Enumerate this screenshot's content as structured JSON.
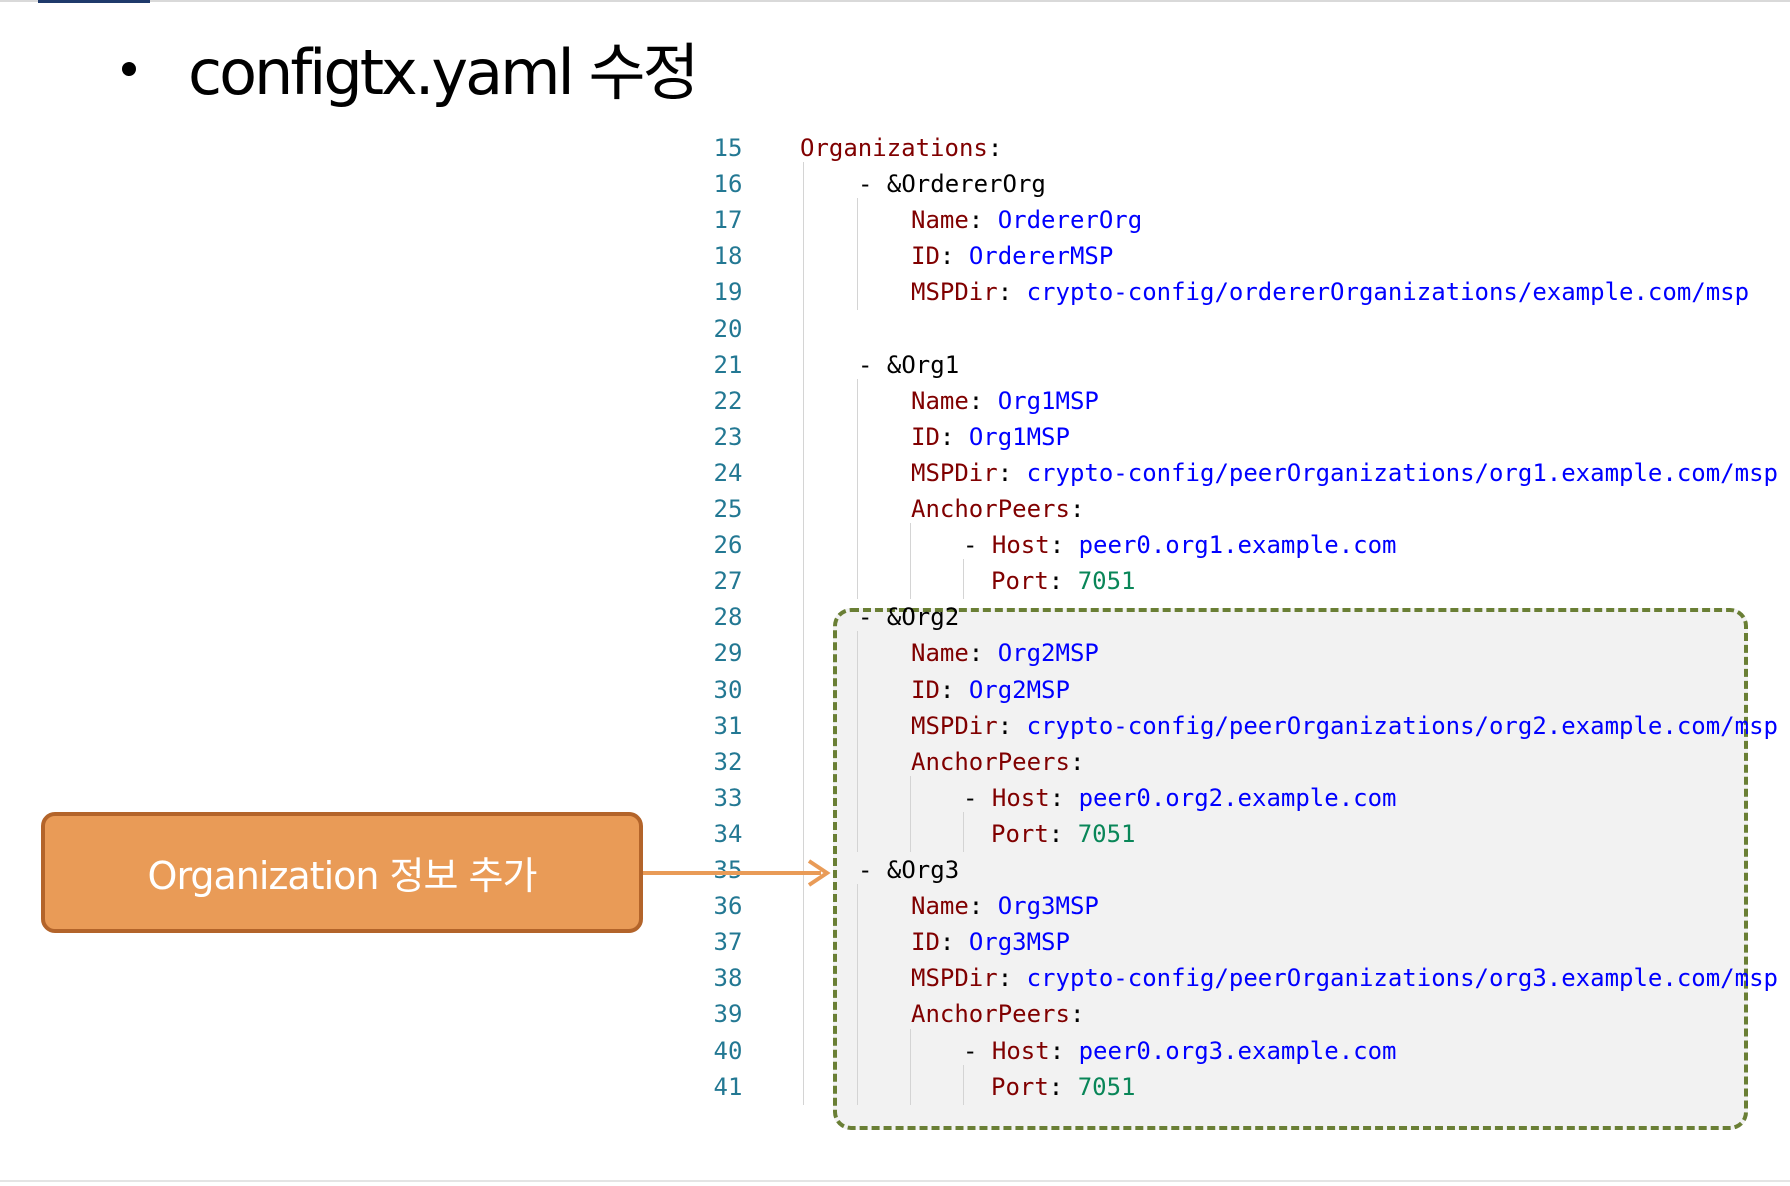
{
  "slide": {
    "title": "configtx.yaml 수정"
  },
  "callout": {
    "text": "Organization 정보 추가"
  },
  "colors": {
    "key": "#800000",
    "value": "#0000ff",
    "number": "#098658",
    "line_number": "#237893",
    "highlight_border": "#6a7f35",
    "callout_fill": "#e99b57",
    "callout_border": "#b3642a"
  },
  "code": {
    "lines": [
      {
        "n": "15",
        "indent": 0,
        "tokens": [
          {
            "t": "Organizations",
            "c": "key"
          },
          {
            "t": ":",
            "c": "punct"
          }
        ]
      },
      {
        "n": "16",
        "indent": 1,
        "tokens": [
          {
            "t": "- &OrdererOrg",
            "c": "anchor"
          }
        ]
      },
      {
        "n": "17",
        "indent": 2,
        "tokens": [
          {
            "t": "Name",
            "c": "key"
          },
          {
            "t": ": ",
            "c": "punct"
          },
          {
            "t": "OrdererOrg",
            "c": "val"
          }
        ]
      },
      {
        "n": "18",
        "indent": 2,
        "tokens": [
          {
            "t": "ID",
            "c": "key"
          },
          {
            "t": ": ",
            "c": "punct"
          },
          {
            "t": "OrdererMSP",
            "c": "val"
          }
        ]
      },
      {
        "n": "19",
        "indent": 2,
        "tokens": [
          {
            "t": "MSPDir",
            "c": "key"
          },
          {
            "t": ": ",
            "c": "punct"
          },
          {
            "t": "crypto-config/ordererOrganizations/example.com/msp",
            "c": "val"
          }
        ]
      },
      {
        "n": "20",
        "indent": 0,
        "tokens": []
      },
      {
        "n": "21",
        "indent": 1,
        "tokens": [
          {
            "t": "- &Org1",
            "c": "anchor"
          }
        ]
      },
      {
        "n": "22",
        "indent": 2,
        "tokens": [
          {
            "t": "Name",
            "c": "key"
          },
          {
            "t": ": ",
            "c": "punct"
          },
          {
            "t": "Org1MSP",
            "c": "val"
          }
        ]
      },
      {
        "n": "23",
        "indent": 2,
        "tokens": [
          {
            "t": "ID",
            "c": "key"
          },
          {
            "t": ": ",
            "c": "punct"
          },
          {
            "t": "Org1MSP",
            "c": "val"
          }
        ]
      },
      {
        "n": "24",
        "indent": 2,
        "tokens": [
          {
            "t": "MSPDir",
            "c": "key"
          },
          {
            "t": ": ",
            "c": "punct"
          },
          {
            "t": "crypto-config/peerOrganizations/org1.example.com/msp",
            "c": "val"
          }
        ]
      },
      {
        "n": "25",
        "indent": 2,
        "tokens": [
          {
            "t": "AnchorPeers",
            "c": "key"
          },
          {
            "t": ":",
            "c": "punct"
          }
        ]
      },
      {
        "n": "26",
        "indent": 3,
        "tokens": [
          {
            "t": "- ",
            "c": "punct"
          },
          {
            "t": "Host",
            "c": "key"
          },
          {
            "t": ": ",
            "c": "punct"
          },
          {
            "t": "peer0.org1.example.com",
            "c": "val"
          }
        ]
      },
      {
        "n": "27",
        "indent": 4,
        "tokens": [
          {
            "t": "Port",
            "c": "key"
          },
          {
            "t": ": ",
            "c": "punct"
          },
          {
            "t": "7051",
            "c": "num"
          }
        ]
      },
      {
        "n": "28",
        "indent": 1,
        "tokens": [
          {
            "t": "- &Org2",
            "c": "anchor"
          }
        ]
      },
      {
        "n": "29",
        "indent": 2,
        "tokens": [
          {
            "t": "Name",
            "c": "key"
          },
          {
            "t": ": ",
            "c": "punct"
          },
          {
            "t": "Org2MSP",
            "c": "val"
          }
        ]
      },
      {
        "n": "30",
        "indent": 2,
        "tokens": [
          {
            "t": "ID",
            "c": "key"
          },
          {
            "t": ": ",
            "c": "punct"
          },
          {
            "t": "Org2MSP",
            "c": "val"
          }
        ]
      },
      {
        "n": "31",
        "indent": 2,
        "tokens": [
          {
            "t": "MSPDir",
            "c": "key"
          },
          {
            "t": ": ",
            "c": "punct"
          },
          {
            "t": "crypto-config/peerOrganizations/org2.example.com/msp",
            "c": "val"
          }
        ]
      },
      {
        "n": "32",
        "indent": 2,
        "tokens": [
          {
            "t": "AnchorPeers",
            "c": "key"
          },
          {
            "t": ":",
            "c": "punct"
          }
        ]
      },
      {
        "n": "33",
        "indent": 3,
        "tokens": [
          {
            "t": "- ",
            "c": "punct"
          },
          {
            "t": "Host",
            "c": "key"
          },
          {
            "t": ": ",
            "c": "punct"
          },
          {
            "t": "peer0.org2.example.com",
            "c": "val"
          }
        ]
      },
      {
        "n": "34",
        "indent": 4,
        "tokens": [
          {
            "t": "Port",
            "c": "key"
          },
          {
            "t": ": ",
            "c": "punct"
          },
          {
            "t": "7051",
            "c": "num"
          }
        ]
      },
      {
        "n": "35",
        "indent": 1,
        "tokens": [
          {
            "t": "- &Org3",
            "c": "anchor"
          }
        ]
      },
      {
        "n": "36",
        "indent": 2,
        "tokens": [
          {
            "t": "Name",
            "c": "key"
          },
          {
            "t": ": ",
            "c": "punct"
          },
          {
            "t": "Org3MSP",
            "c": "val"
          }
        ]
      },
      {
        "n": "37",
        "indent": 2,
        "tokens": [
          {
            "t": "ID",
            "c": "key"
          },
          {
            "t": ": ",
            "c": "punct"
          },
          {
            "t": "Org3MSP",
            "c": "val"
          }
        ]
      },
      {
        "n": "38",
        "indent": 2,
        "tokens": [
          {
            "t": "MSPDir",
            "c": "key"
          },
          {
            "t": ": ",
            "c": "punct"
          },
          {
            "t": "crypto-config/peerOrganizations/org3.example.com/msp",
            "c": "val"
          }
        ]
      },
      {
        "n": "39",
        "indent": 2,
        "tokens": [
          {
            "t": "AnchorPeers",
            "c": "key"
          },
          {
            "t": ":",
            "c": "punct"
          }
        ]
      },
      {
        "n": "40",
        "indent": 3,
        "tokens": [
          {
            "t": "- ",
            "c": "punct"
          },
          {
            "t": "Host",
            "c": "key"
          },
          {
            "t": ": ",
            "c": "punct"
          },
          {
            "t": "peer0.org3.example.com",
            "c": "val"
          }
        ]
      },
      {
        "n": "41",
        "indent": 4,
        "tokens": [
          {
            "t": "Port",
            "c": "key"
          },
          {
            "t": ": ",
            "c": "punct"
          },
          {
            "t": "7051",
            "c": "num"
          }
        ]
      }
    ]
  }
}
